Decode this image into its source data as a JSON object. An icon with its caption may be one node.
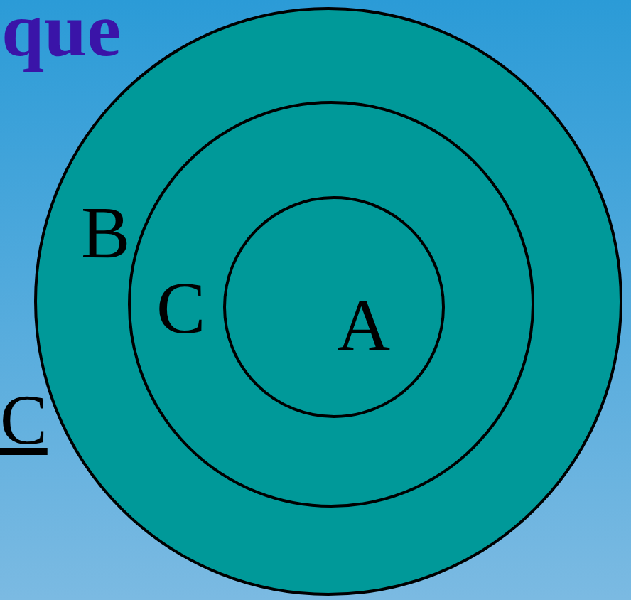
{
  "diagram": {
    "nodes": [
      {
        "text": [
          "B"
        ]
      },
      {
        "text": [
          "C"
        ],
        "in": 0
      },
      {
        "text": [
          "A"
        ],
        "in": 1
      }
    ],
    "labels": [
      "que",
      "C"
    ]
  }
}
